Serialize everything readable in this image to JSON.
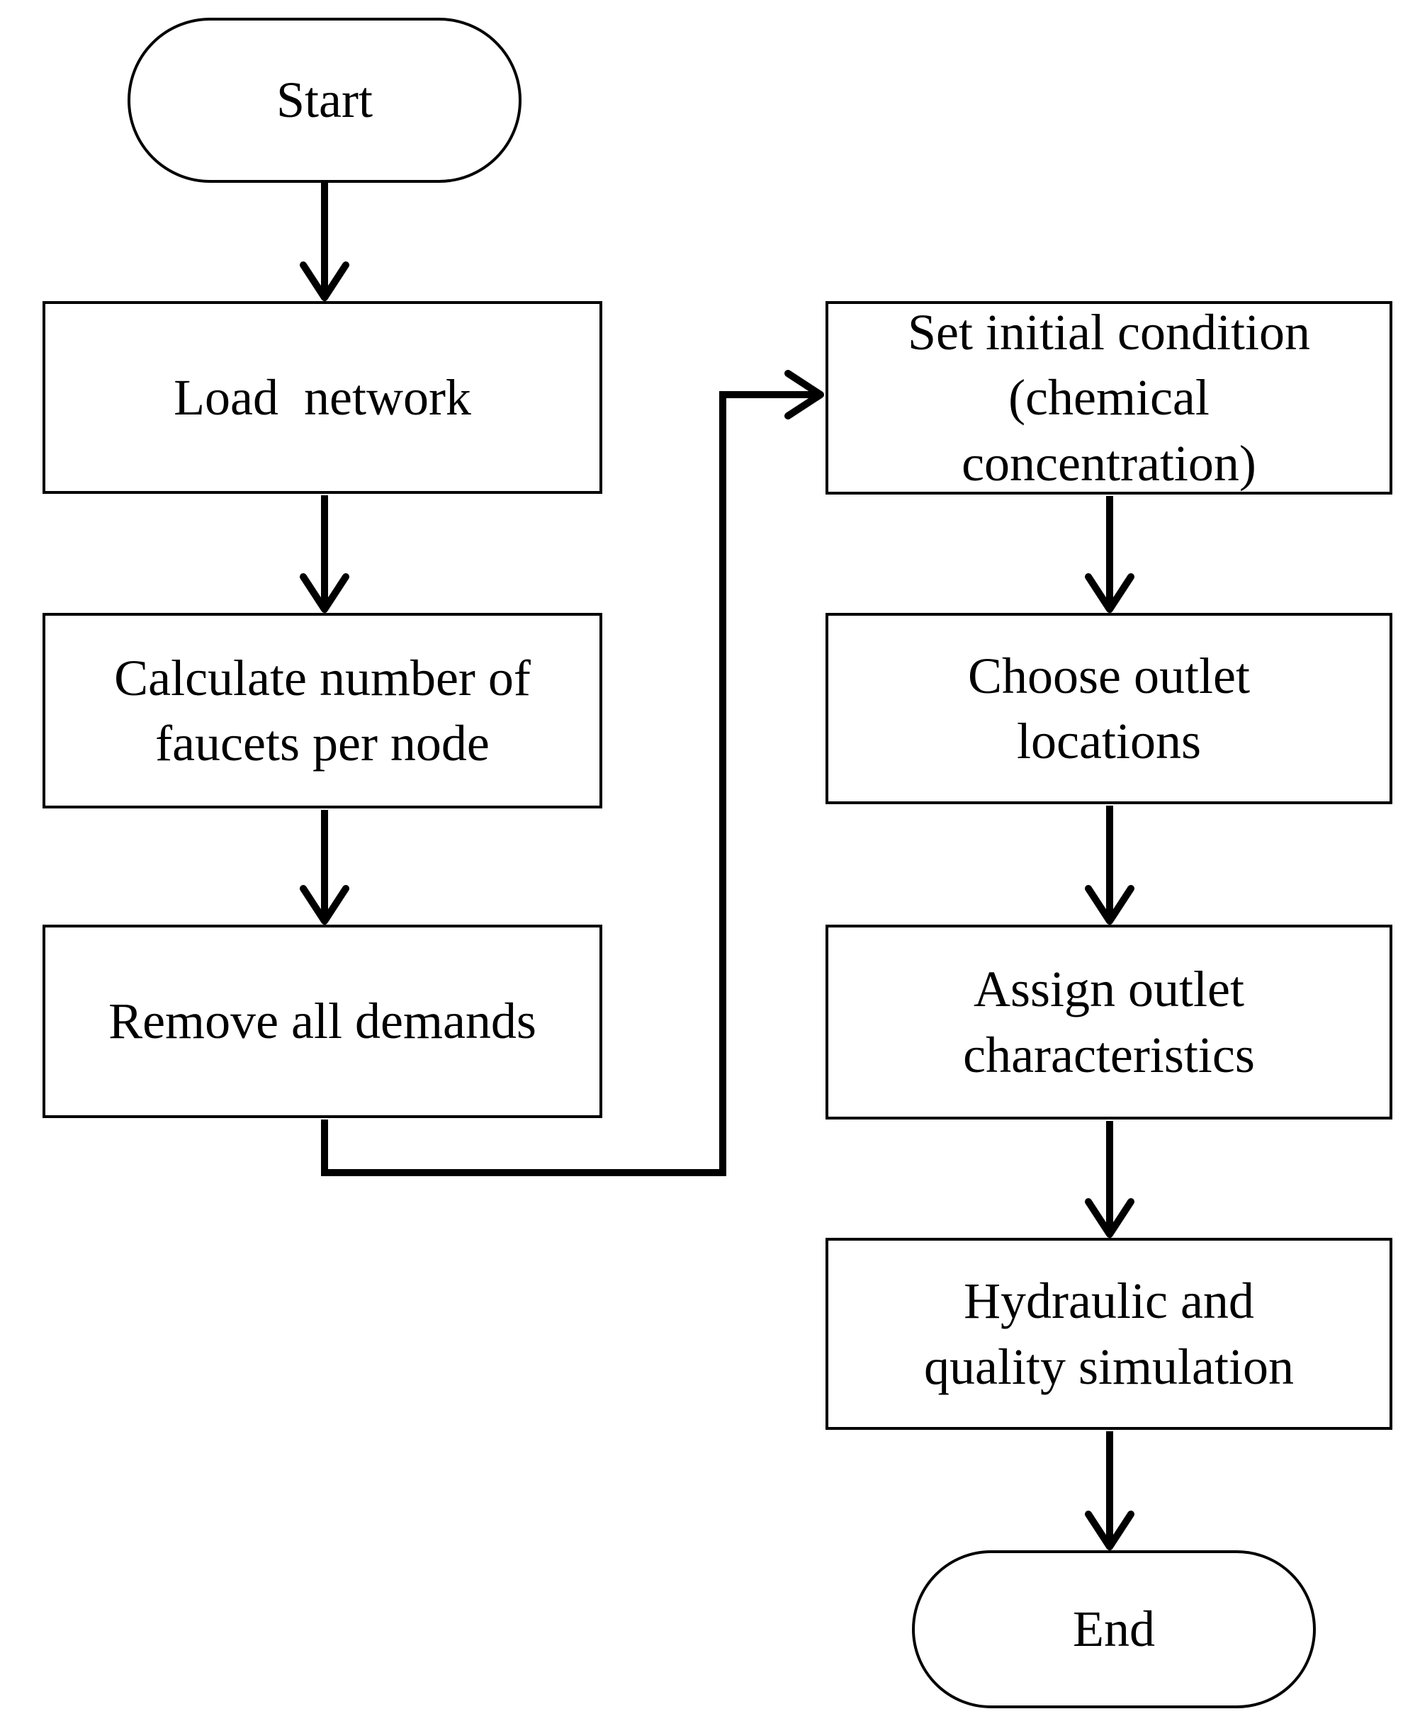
{
  "diagram": {
    "title": "Simulation workflow flowchart",
    "colors": {
      "background": "#ffffff",
      "node_fill": "#ffffff",
      "line": "#000000",
      "text": "#000000"
    },
    "nodes": {
      "start": {
        "label": "Start",
        "shape": "stadium"
      },
      "load_network": {
        "label": "Load  network",
        "shape": "rect"
      },
      "calculate_faucets": {
        "label": "Calculate number of\nfaucets per node",
        "shape": "rect"
      },
      "remove_demands": {
        "label": "Remove all demands",
        "shape": "rect"
      },
      "set_initial_condition": {
        "label": "Set initial condition\n(chemical\nconcentration)",
        "shape": "rect"
      },
      "choose_outlet": {
        "label": "Choose outlet\nlocations",
        "shape": "rect"
      },
      "assign_outlet": {
        "label": "Assign outlet\ncharacteristics",
        "shape": "rect"
      },
      "hydraulic_simulation": {
        "label": "Hydraulic and\nquality simulation",
        "shape": "rect"
      },
      "end": {
        "label": "End",
        "shape": "stadium"
      }
    },
    "edges": [
      {
        "from": "start",
        "to": "load_network",
        "style": "straight-down-arrow"
      },
      {
        "from": "load_network",
        "to": "calculate_faucets",
        "style": "straight-down-arrow"
      },
      {
        "from": "calculate_faucets",
        "to": "remove_demands",
        "style": "straight-down-arrow"
      },
      {
        "from": "remove_demands",
        "to": "set_initial_condition",
        "style": "elbow-down-right-up-right-arrow"
      },
      {
        "from": "set_initial_condition",
        "to": "choose_outlet",
        "style": "straight-down-arrow"
      },
      {
        "from": "choose_outlet",
        "to": "assign_outlet",
        "style": "straight-down-arrow"
      },
      {
        "from": "assign_outlet",
        "to": "hydraulic_simulation",
        "style": "straight-down-arrow"
      },
      {
        "from": "hydraulic_simulation",
        "to": "end",
        "style": "straight-down-arrow"
      }
    ]
  }
}
